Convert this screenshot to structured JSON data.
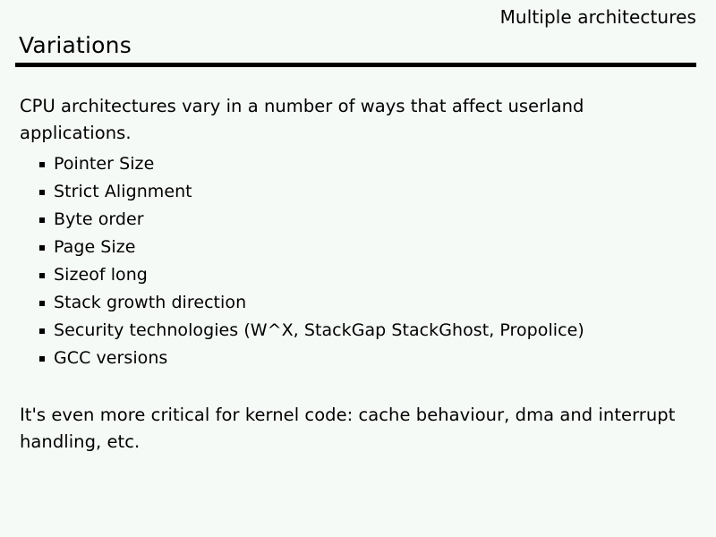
{
  "slide": {
    "subtitle": "Multiple architectures",
    "title": "Variations",
    "intro_paragraph": "CPU architectures vary in a number of ways that affect userland applications.",
    "bullets": [
      {
        "label": "Pointer Size"
      },
      {
        "label": "Strict Alignment"
      },
      {
        "label": "Byte order"
      },
      {
        "label": "Page Size"
      },
      {
        "label": "Sizeof long"
      },
      {
        "label": "Stack growth direction"
      },
      {
        "label": "Security technologies (W^X, StackGap StackGhost, Propolice)"
      },
      {
        "label": "GCC versions"
      }
    ],
    "closing_paragraph": "It's even more critical for kernel code: cache behaviour, dma and interrupt handling, etc.",
    "colors": {
      "background": "#f6faf7",
      "text": "#000000",
      "rule": "#000000"
    }
  }
}
